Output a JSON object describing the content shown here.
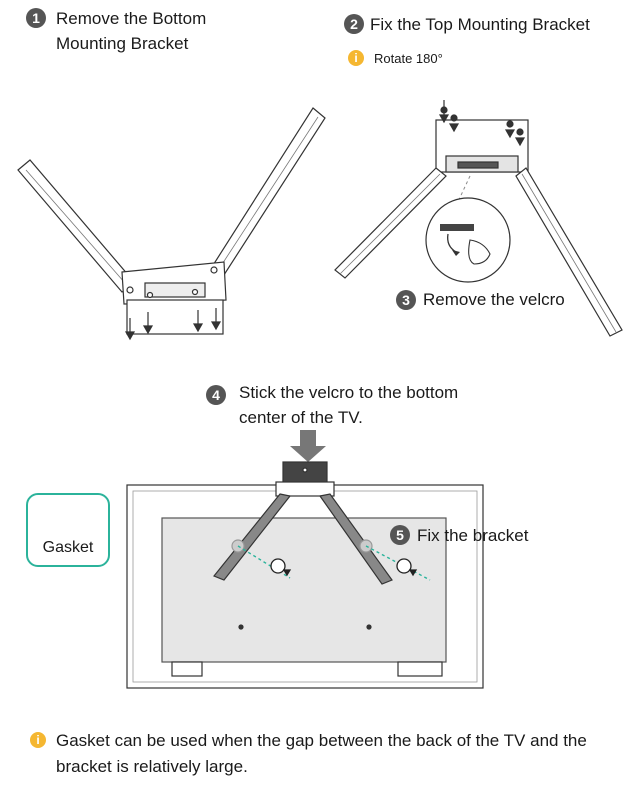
{
  "steps": [
    {
      "number": "1",
      "line1": "Remove the Bottom",
      "line2": "Mounting Bracket"
    },
    {
      "number": "2",
      "line1": "Fix the Top Mounting Bracket",
      "line2": ""
    },
    {
      "number": "3",
      "line1": "Remove the velcro",
      "line2": ""
    },
    {
      "number": "4",
      "line1": "Stick the velcro to the bottom",
      "line2": "center of the TV."
    },
    {
      "number": "5",
      "line1": "Fix the bracket",
      "line2": ""
    }
  ],
  "rotate_note": "Rotate 180°",
  "gasket_label": "Gasket",
  "bottom_note": "Gasket can be used when the gap between the back of the TV and the bracket is relatively large.",
  "info_icon_glyph": "i",
  "colors": {
    "info_icon": "#f5b731",
    "gasket_border": "#2bb39b",
    "step_circle": "#555555",
    "guide_dash": "#2bb39b",
    "tv_panel": "#e6e6e6"
  }
}
